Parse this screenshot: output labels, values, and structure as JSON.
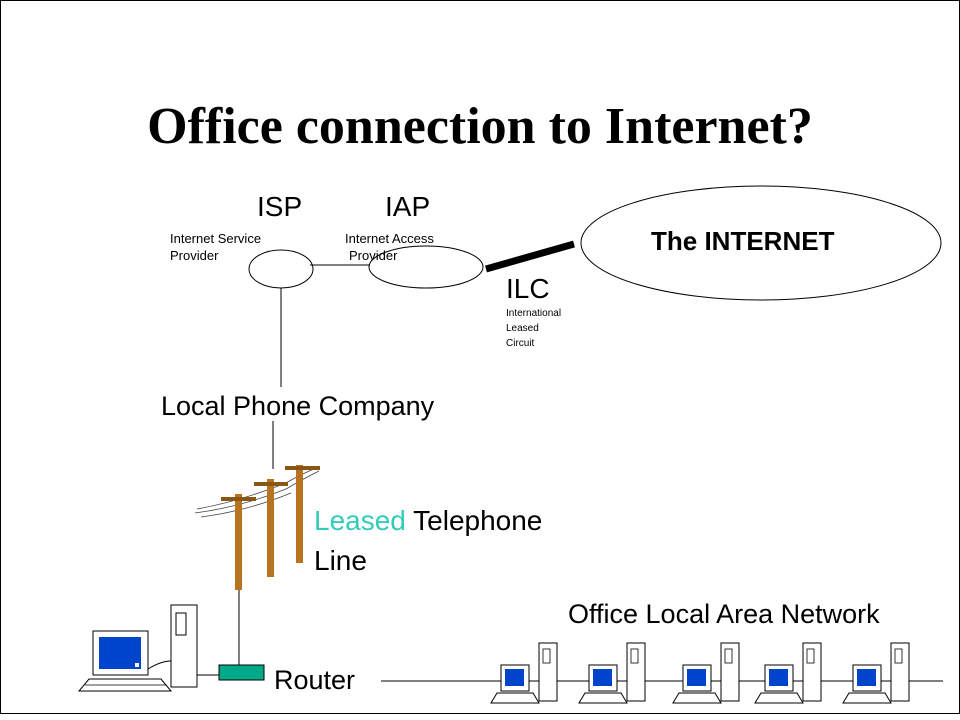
{
  "title": "Office connection to Internet?",
  "isp": {
    "abbr": "ISP",
    "line1": "Internet Service",
    "line2": "Provider"
  },
  "iap": {
    "abbr": "IAP",
    "line1": "Internet Access",
    "line2": "Provider"
  },
  "internet": {
    "label": "The INTERNET"
  },
  "ilc": {
    "abbr": "ILC",
    "line1": "International",
    "line2": "Leased",
    "line3": "Circuit"
  },
  "phone_company": {
    "label": "Local Phone Company"
  },
  "line": {
    "leased": "Leased",
    "telephone": "Telephone",
    "line": "Line"
  },
  "lan": {
    "label": "Office Local Area Network"
  },
  "router": {
    "label": "Router"
  },
  "colors": {
    "leased_text": "#33ccbb",
    "router_box": "#00aa88",
    "pole": "#b8731e",
    "screen": "#0044cc"
  },
  "icons": [
    "telephone-pole-icon",
    "desktop-computer-icon",
    "router-icon",
    "workstation-icon"
  ]
}
